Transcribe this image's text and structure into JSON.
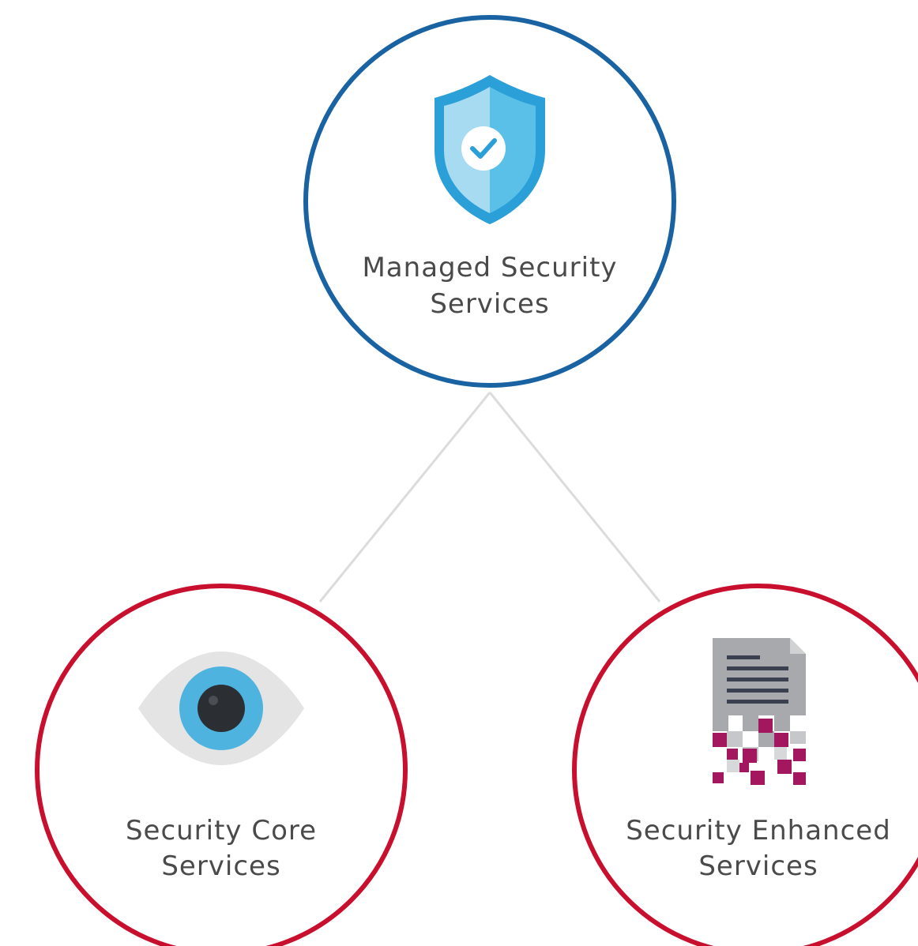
{
  "diagram": {
    "top_node": {
      "label_line1": "Managed Security",
      "label_line2": "Services",
      "icon": "shield-check-icon",
      "border_color": "#1a63a3"
    },
    "left_node": {
      "label_line1": "Security Core",
      "label_line2": "Services",
      "icon": "eye-icon",
      "border_color": "#c8102e"
    },
    "right_node": {
      "label_line1": "Security Enhanced",
      "label_line2": "Services",
      "icon": "document-encryption-icon",
      "border_color": "#c8102e"
    },
    "connector_color": "#dcdcdc"
  }
}
